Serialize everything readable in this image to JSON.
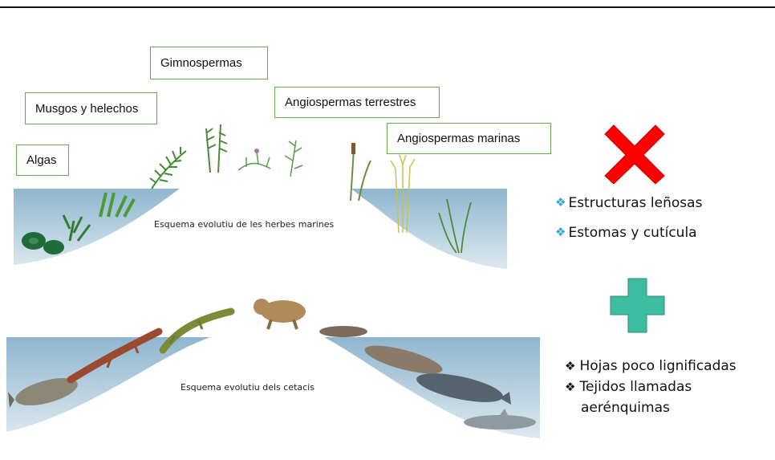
{
  "labels": {
    "algas": "Algas",
    "musgos": "Musgos y helechos",
    "gimnospermas": "Gimnospermas",
    "angio_terrestres": "Angiospermas terrestres",
    "angio_marinas": "Angiospermas marinas"
  },
  "captions": {
    "herbes": "Esquema evolutiu de les herbes marines",
    "cetacis": "Esquema evolutiu dels cetacis"
  },
  "lost_traits": [
    "Estructuras leñosas",
    "Estomas y cutícula"
  ],
  "gained_traits": [
    "Hojas poco lignificadas",
    "Tejidos llamadas",
    "aerénquimas"
  ],
  "colors": {
    "cross": "#ff0000",
    "plus": "#3dbd9f",
    "water": "#a7c6d8",
    "label_border": "#6aa84f"
  },
  "icons": {
    "lost_bullet": "blue-diamond-cluster",
    "gained_bullet": "black-club-cluster"
  }
}
